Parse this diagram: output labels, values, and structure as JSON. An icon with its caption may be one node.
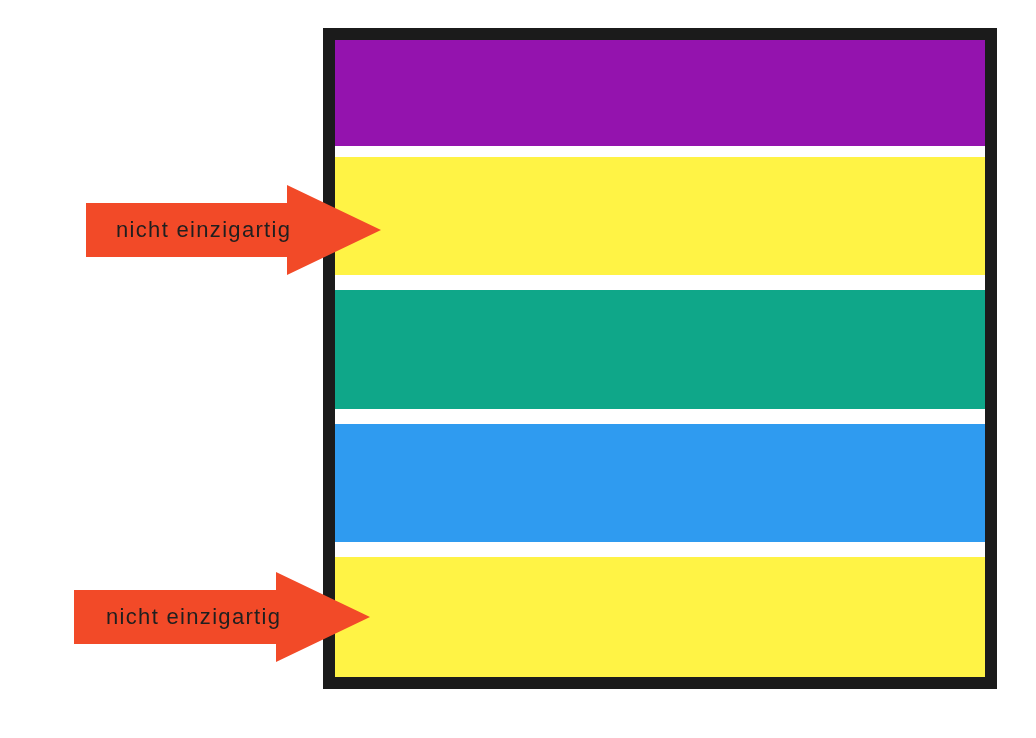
{
  "diagram": {
    "nodes": [
      {
        "text": [],
        "shape": "box"
      },
      {
        "text": [],
        "shape": "bar",
        "in": 0
      },
      {
        "text": [],
        "shape": "bar",
        "in": 0
      },
      {
        "text": [],
        "shape": "bar",
        "in": 0
      },
      {
        "text": [],
        "shape": "bar",
        "in": 0
      },
      {
        "text": [],
        "shape": "bar",
        "in": 0
      }
    ],
    "edges": [
      {
        "from": null,
        "to": 2,
        "arrow": "to",
        "label": "nicht einzigartig",
        "style": "thick"
      },
      {
        "from": null,
        "to": 5,
        "arrow": "to",
        "label": "nicht einzigartig",
        "style": "thick"
      }
    ]
  }
}
